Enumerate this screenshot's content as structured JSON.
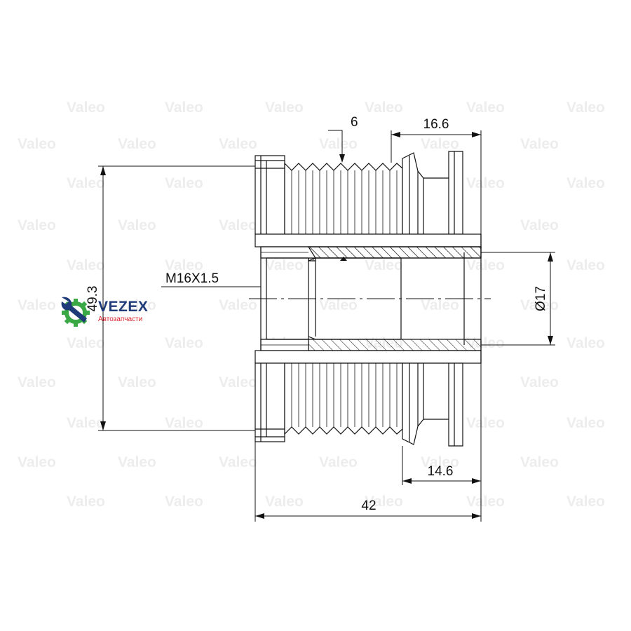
{
  "watermark": {
    "text": "Valeo"
  },
  "dimensions": {
    "pulley_diameter": "49.3",
    "thread": "M16X1.5",
    "bore_diameter": "Ø17",
    "groove_pitch": "6",
    "top_hub_length": "16.6",
    "bottom_hub_length": "14.6",
    "overall_length": "42"
  },
  "logo": {
    "name": "VEZEX",
    "subtitle": "Автозапчасти"
  },
  "colors": {
    "line": "#111111",
    "logo_blue": "#1e3a78",
    "logo_red": "#d8262e",
    "logo_green": "#3aa845"
  }
}
